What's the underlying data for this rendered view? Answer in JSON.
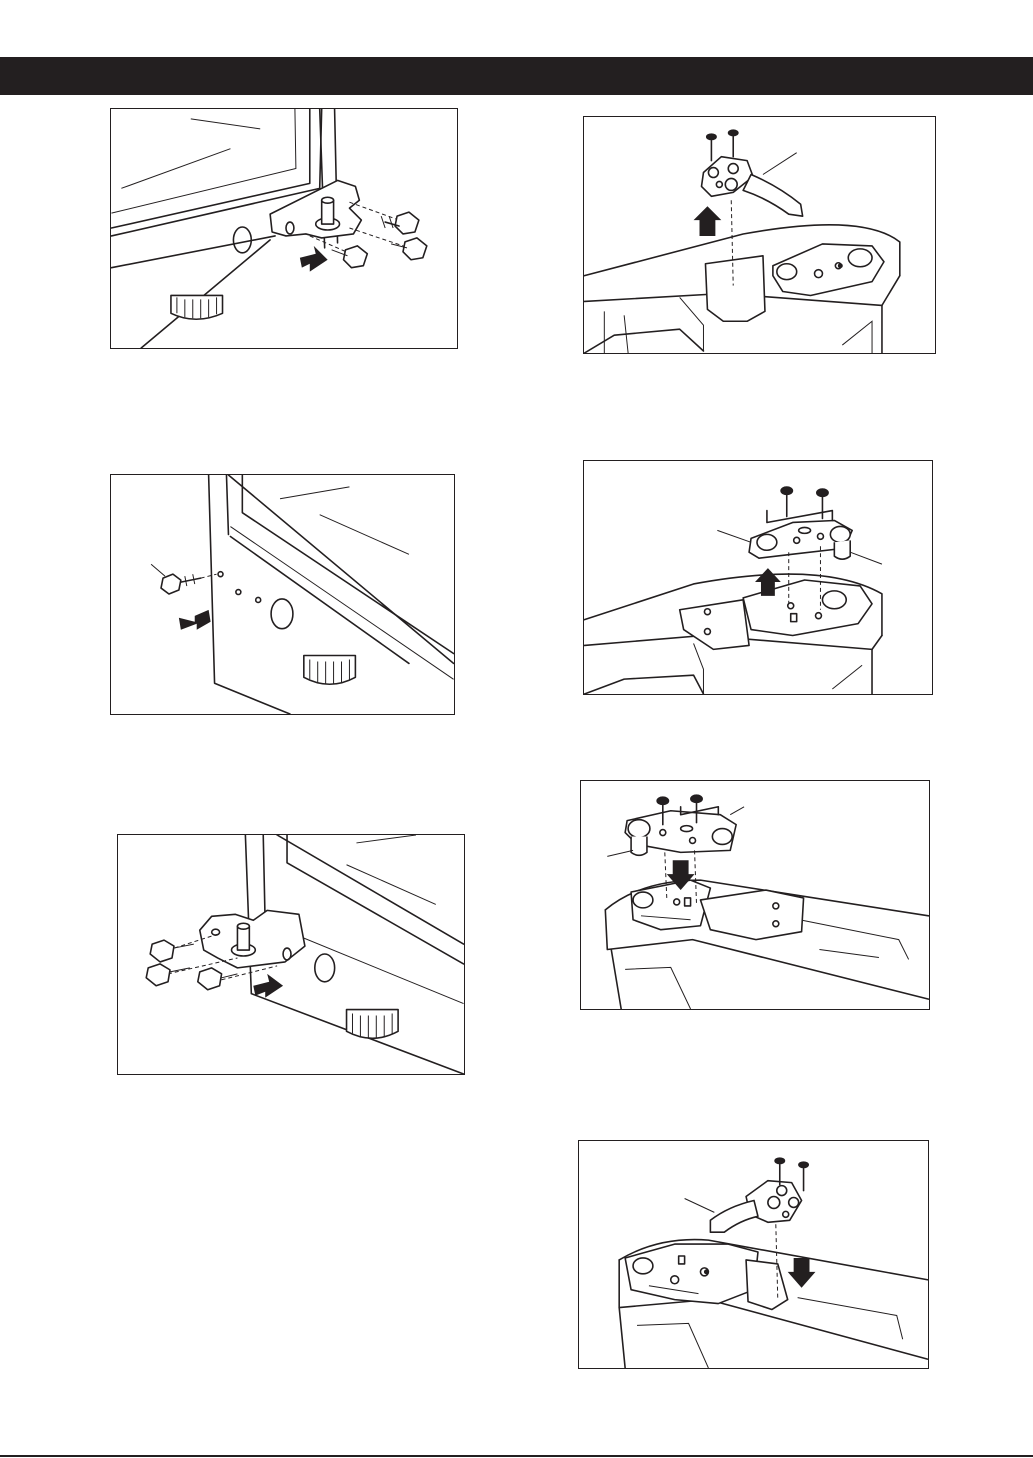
{
  "page": {
    "colors": {
      "header_bar": "#231f20",
      "line_art": "#231f20",
      "background": "#ffffff"
    }
  },
  "figures": [
    {
      "id": "fig-1",
      "icon": "lower-hinge-removal-illustration",
      "arrow_direction": "right"
    },
    {
      "id": "fig-2",
      "icon": "hinge-hole-screw-removal-illustration",
      "arrow_direction": "left"
    },
    {
      "id": "fig-3",
      "icon": "lower-hinge-installation-illustration",
      "arrow_direction": "right"
    },
    {
      "id": "fig-4",
      "icon": "top-hinge-removal-illustration",
      "arrow_direction": "up"
    },
    {
      "id": "fig-5",
      "icon": "top-hinge-plate-removal-illustration",
      "arrow_direction": "up"
    },
    {
      "id": "fig-6",
      "icon": "hinge-plate-installation-illustration",
      "arrow_direction": "down"
    },
    {
      "id": "fig-7",
      "icon": "top-hinge-installation-illustration",
      "arrow_direction": "down"
    }
  ]
}
